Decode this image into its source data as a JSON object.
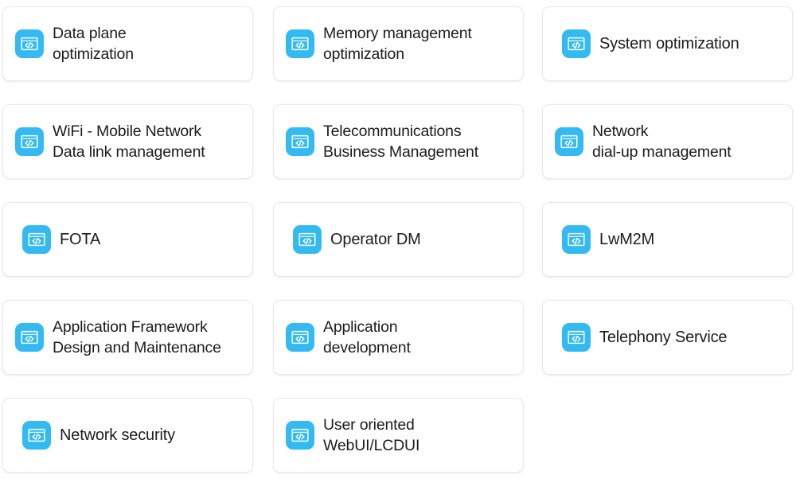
{
  "page": {
    "title": "Capability Cards Grid",
    "columns": 3,
    "rows": 5,
    "card_count": 14
  },
  "theme": {
    "icon_background": "#33baf2",
    "icon_glyph_color": "#ffffff",
    "card_background": "#ffffff",
    "card_border": "#e9e9e9",
    "text_color": "#1c1c1c",
    "page_background": "#ffffff"
  },
  "icon": {
    "name": "code-window-icon",
    "glyph": "</>"
  },
  "cards": [
    {
      "id": "data-plane-optimization",
      "label": "Data plane\noptimization",
      "line_count": 2,
      "row": 0,
      "col": 0
    },
    {
      "id": "memory-management-optimization",
      "label": "Memory management\n optimization",
      "line_count": 2,
      "row": 0,
      "col": 1
    },
    {
      "id": "system-optimization",
      "label": "System optimization",
      "line_count": 1,
      "row": 0,
      "col": 2
    },
    {
      "id": "wifi-mobile-network-data-link-management",
      "label": "WiFi - Mobile Network\nData link management",
      "line_count": 2,
      "row": 1,
      "col": 0
    },
    {
      "id": "telecommunications-business-management",
      "label": "Telecommunications\nBusiness Management",
      "line_count": 2,
      "row": 1,
      "col": 1
    },
    {
      "id": "network-dial-up-management",
      "label": "Network\ndial-up management",
      "line_count": 2,
      "row": 1,
      "col": 2
    },
    {
      "id": "fota",
      "label": "FOTA",
      "line_count": 1,
      "row": 2,
      "col": 0
    },
    {
      "id": "operator-dm",
      "label": "Operator DM",
      "line_count": 1,
      "row": 2,
      "col": 1
    },
    {
      "id": "lwm2m",
      "label": "LwM2M",
      "line_count": 1,
      "row": 2,
      "col": 2
    },
    {
      "id": "application-framework-design-and-maintenance",
      "label": "Application Framework\nDesign and Maintenance",
      "line_count": 2,
      "row": 3,
      "col": 0
    },
    {
      "id": "application-development",
      "label": "Application\ndevelopment",
      "line_count": 2,
      "row": 3,
      "col": 1
    },
    {
      "id": "telephony-service",
      "label": "Telephony Service",
      "line_count": 1,
      "row": 3,
      "col": 2
    },
    {
      "id": "network-security",
      "label": "Network security",
      "line_count": 1,
      "row": 4,
      "col": 0
    },
    {
      "id": "user-oriented-webui-lcdui",
      "label": "User oriented\nWebUI/LCDUI",
      "line_count": 2,
      "row": 4,
      "col": 1
    }
  ]
}
